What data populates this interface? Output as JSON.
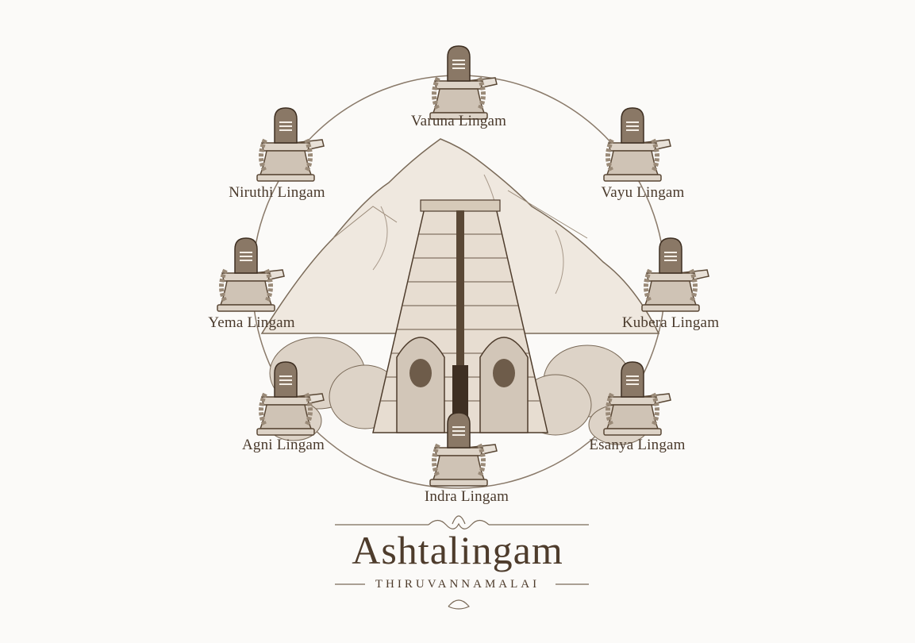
{
  "title": "Ashtalingam",
  "subtitle": "THIRUVANNAMALAI",
  "colors": {
    "ink": "#4a3a2c",
    "line": "#8a7a6a",
    "background": "#fbfaf8"
  },
  "lingams": [
    {
      "key": "varuna",
      "label": "Varuna Lingam"
    },
    {
      "key": "vayu",
      "label": "Vayu Lingam"
    },
    {
      "key": "kubera",
      "label": "Kubera Lingam"
    },
    {
      "key": "esanya",
      "label": "Esanya Lingam"
    },
    {
      "key": "indra",
      "label": "Indra Lingam"
    },
    {
      "key": "agni",
      "label": "Agni Lingam"
    },
    {
      "key": "yema",
      "label": "Yema Lingam"
    },
    {
      "key": "niruthi",
      "label": "Niruthi Lingam"
    }
  ]
}
